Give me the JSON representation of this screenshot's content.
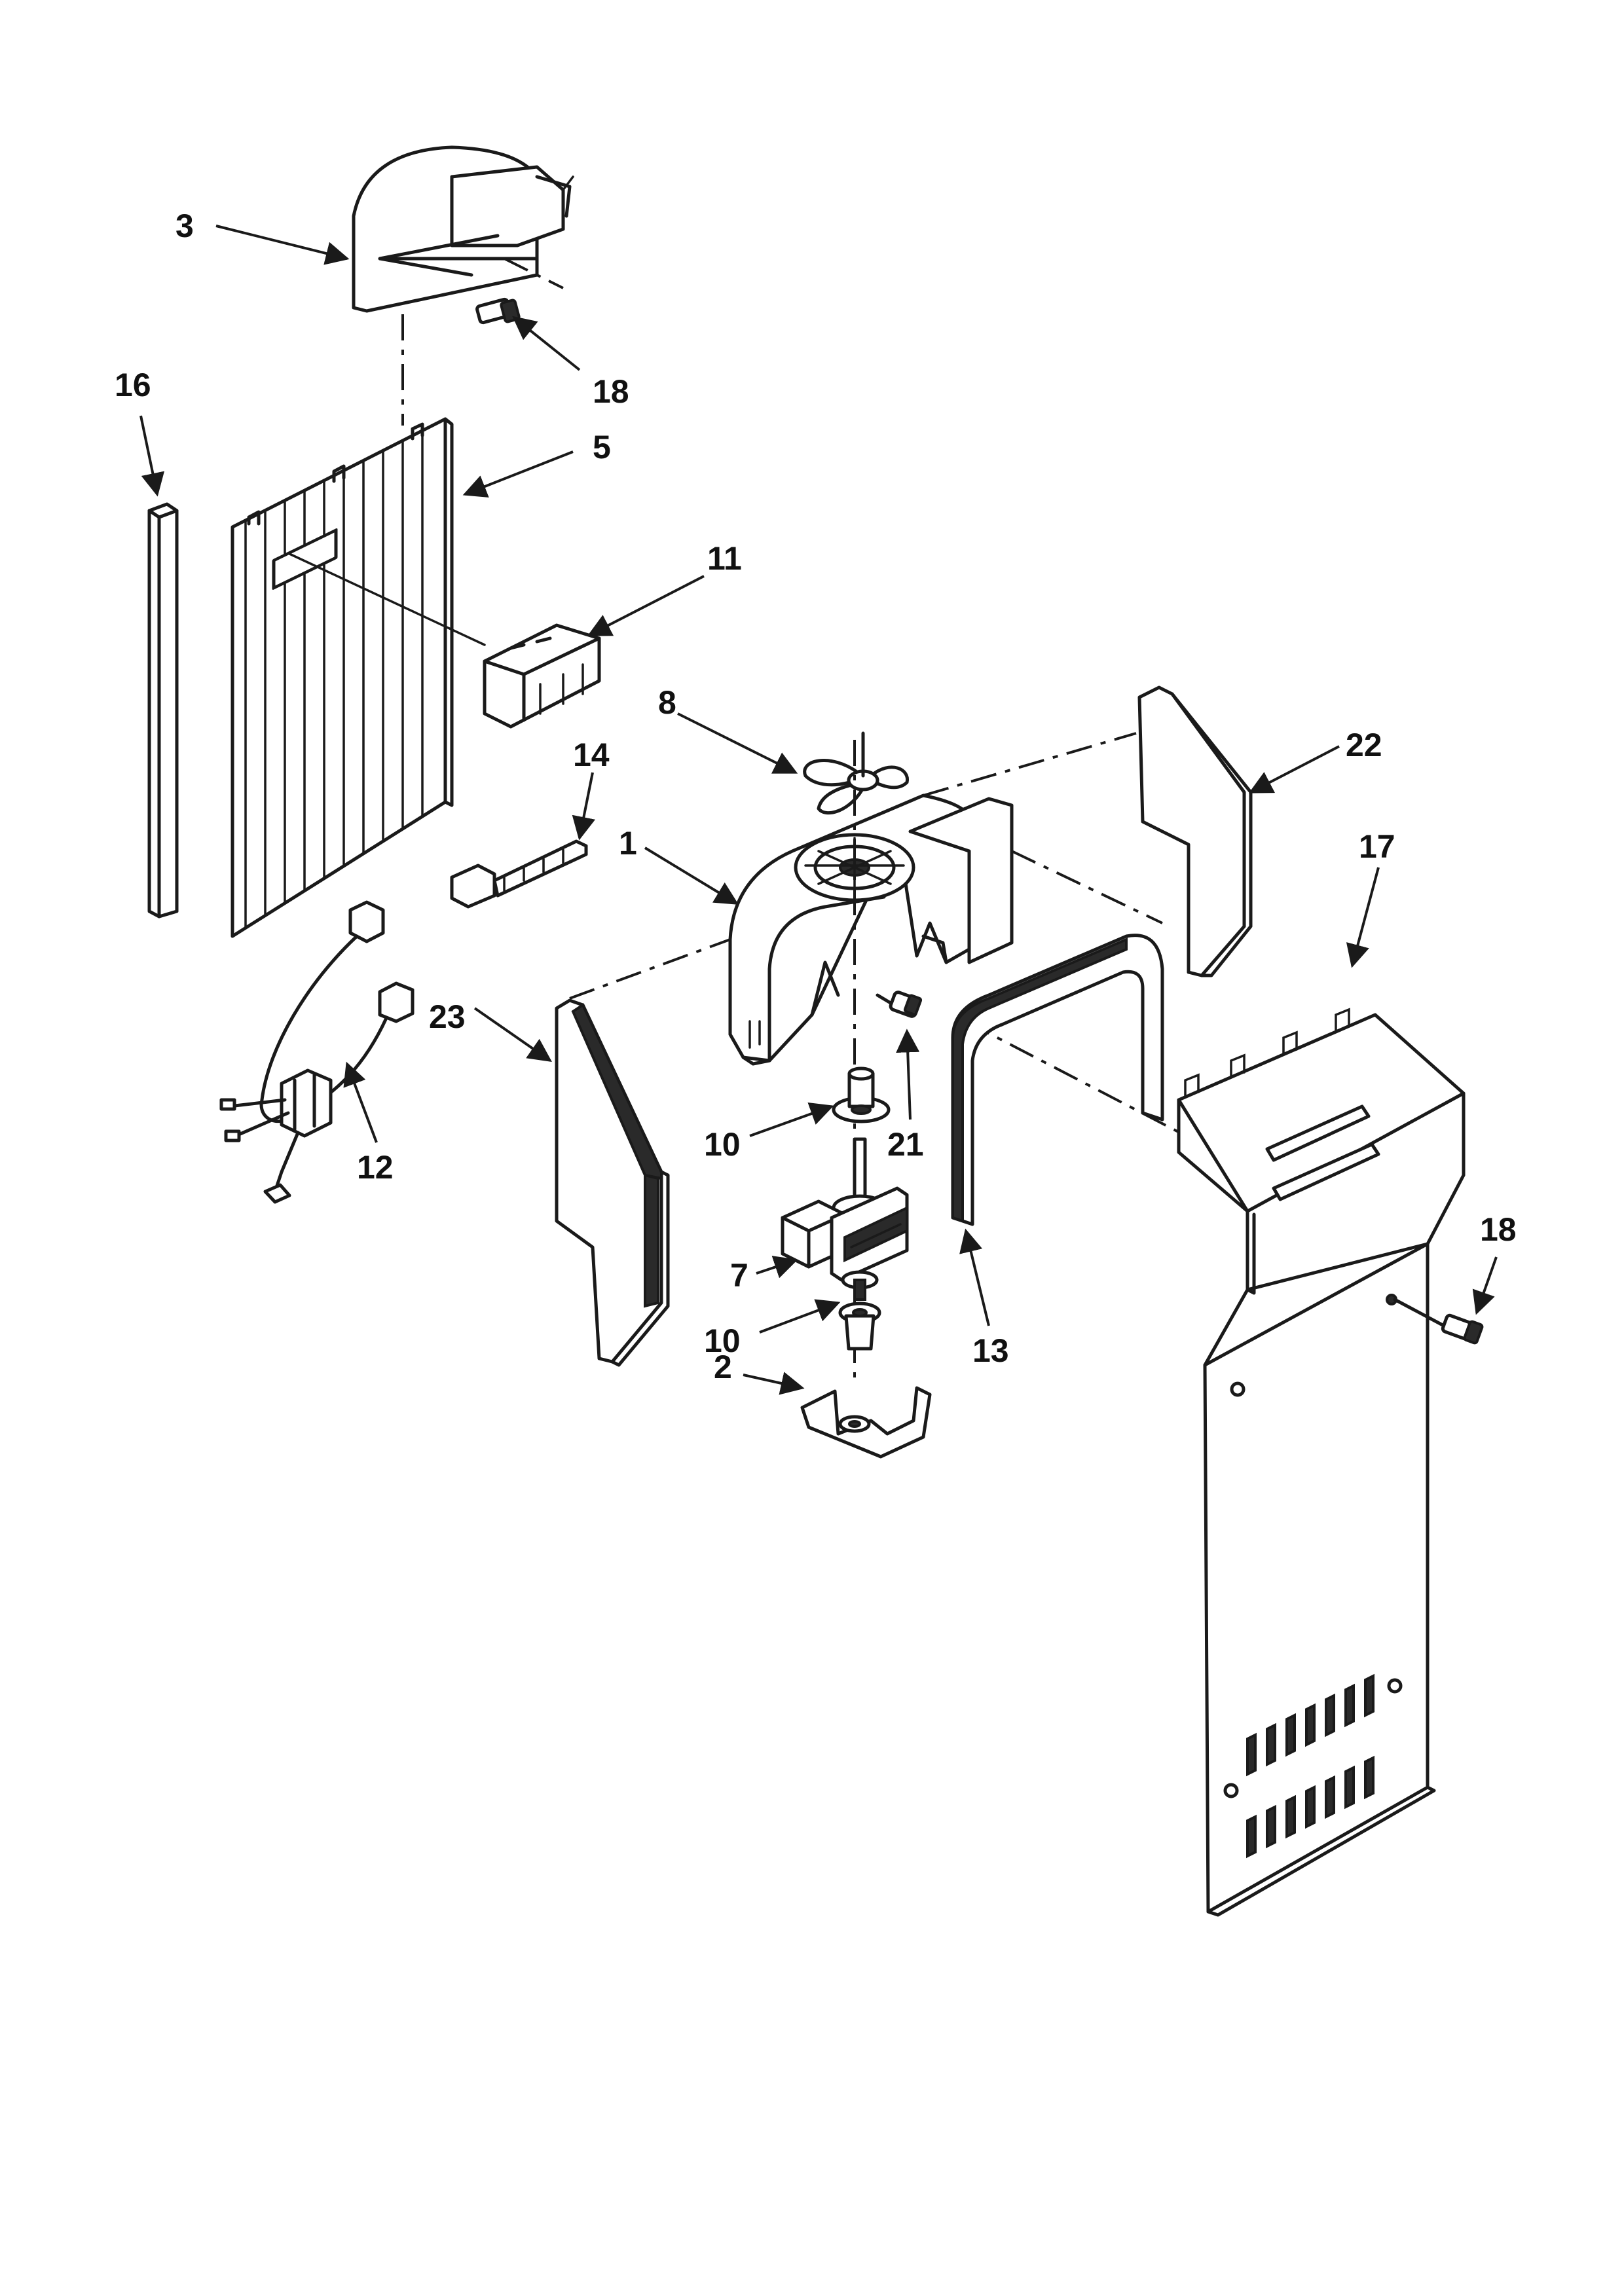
{
  "callouts": {
    "p1": "1",
    "p2": "2",
    "p3": "3",
    "p5": "5",
    "p7": "7",
    "p8": "8",
    "p10a": "10",
    "p10b": "10",
    "p11": "11",
    "p12": "12",
    "p13": "13",
    "p14": "14",
    "p16": "16",
    "p17": "17",
    "p18a": "18",
    "p18b": "18",
    "p21": "21",
    "p22": "22",
    "p23": "23"
  },
  "colors": {
    "ink": "#1a1a1a",
    "paper": "#ffffff"
  }
}
